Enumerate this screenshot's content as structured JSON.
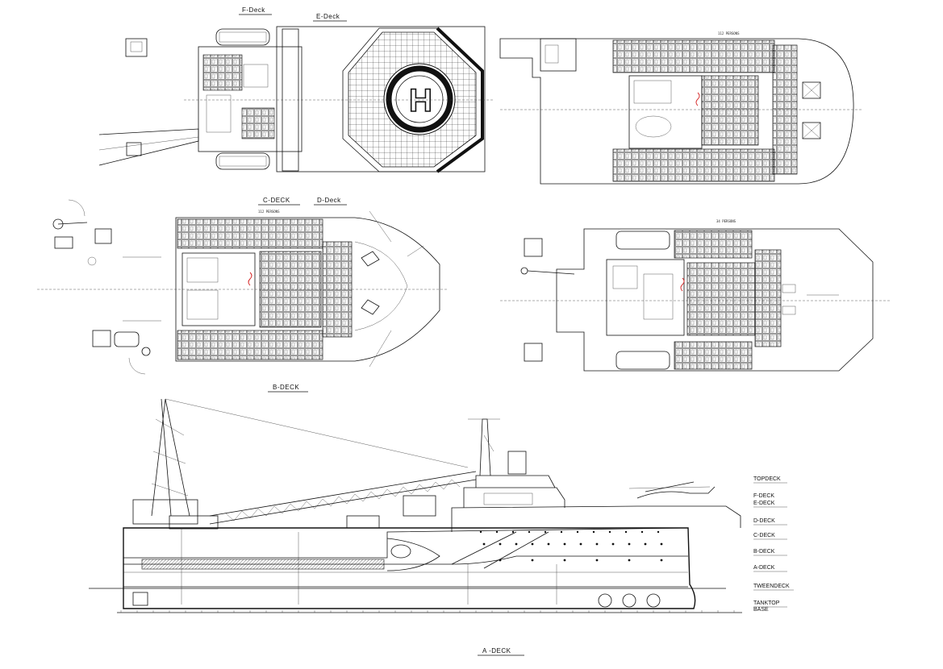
{
  "deck_plans": {
    "f_deck": {
      "title": "F-Deck"
    },
    "e_deck": {
      "title": "E-Deck",
      "helipad_mark": "H"
    },
    "d_deck": {
      "title": "D-Deck",
      "capacity": "112 PERSONS"
    },
    "c_deck": {
      "title": "C-DECK",
      "capacity": "112 PERSONS"
    },
    "b_deck": {
      "title": "B-DECK",
      "capacity": "34 PERSONS"
    },
    "a_deck": {
      "title": "A -DECK"
    }
  },
  "elevation": {
    "level_labels": [
      "TOPDECK",
      "F-DECK",
      "E-DECK",
      "D-DECK",
      "C-DECK",
      "B-DECK",
      "A-DECK",
      "TWEENDECK",
      "TANKTOP",
      "BASE"
    ]
  },
  "colors": {
    "line": "#111111",
    "accent": "#d42020",
    "background": "#ffffff"
  }
}
